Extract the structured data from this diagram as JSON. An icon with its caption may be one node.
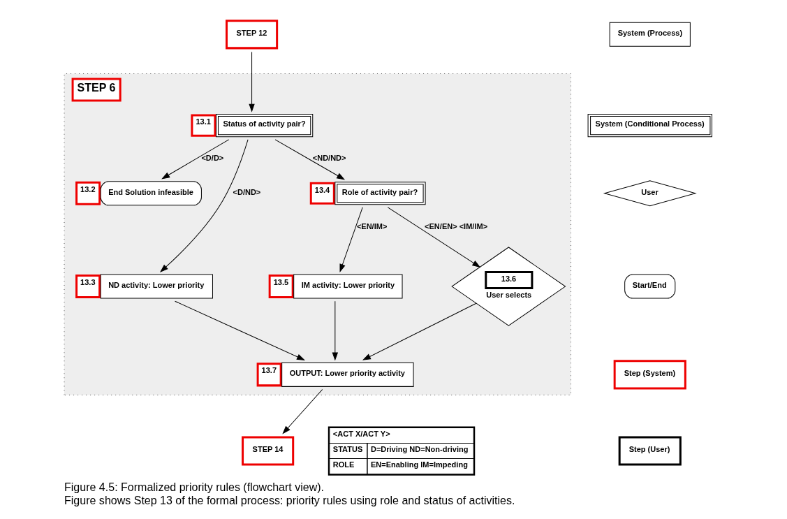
{
  "diagram": {
    "title": "Figure 4.5: Formalized priority rules (flowchart view).",
    "caption": "Figure shows Step 13 of the formal process: priority rules using role and status of activities.",
    "nodes": [
      {
        "text": [
          "STEP 12"
        ]
      },
      {
        "text": [
          "STEP 6"
        ]
      },
      {
        "text": [
          "13.1",
          "Status of activity pair?"
        ],
        "in": 1
      },
      {
        "text": [
          "13.2",
          "End Solution infeasible"
        ],
        "in": 1
      },
      {
        "text": [
          "13.4",
          "Role of activity pair?"
        ],
        "in": 1
      },
      {
        "text": [
          "13.3",
          "ND activity: Lower priority"
        ],
        "in": 1
      },
      {
        "text": [
          "13.5",
          "IM activity: Lower priority"
        ],
        "in": 1
      },
      {
        "text": [
          "13.6",
          "User selects"
        ],
        "in": 1
      },
      {
        "text": [
          "13.7",
          "OUTPUT: Lower priority activity"
        ],
        "in": 1
      },
      {
        "text": [
          "STEP 14"
        ]
      }
    ],
    "edges": [
      {
        "from": 0,
        "to": 2,
        "arrow": "to"
      },
      {
        "from": 2,
        "to": 3,
        "arrow": "to",
        "label": "<D/D>"
      },
      {
        "from": 2,
        "to": 5,
        "arrow": "to",
        "label": "<D/ND>"
      },
      {
        "from": 2,
        "to": 4,
        "arrow": "to",
        "label": "<ND/ND>"
      },
      {
        "from": 4,
        "to": 6,
        "arrow": "to",
        "label": "<EN/IM>"
      },
      {
        "from": 4,
        "to": 7,
        "arrow": "to",
        "label": "<EN/EN> <IM/IM>"
      },
      {
        "from": 5,
        "to": 8,
        "arrow": "to"
      },
      {
        "from": 6,
        "to": 8,
        "arrow": "to"
      },
      {
        "from": 7,
        "to": 8,
        "arrow": "to"
      },
      {
        "from": 8,
        "to": 9,
        "arrow": "to"
      }
    ],
    "labels": [
      "<ACT X/ACT Y>",
      "STATUS",
      "D=Driving ND=Non-driving",
      "ROLE",
      "EN=Enabling IM=Impeding"
    ],
    "legend": [
      {
        "text": "System (Process)"
      },
      {
        "text": "System (Conditional Process)"
      },
      {
        "text": "User"
      },
      {
        "text": "Start/End"
      },
      {
        "text": "Step (System)"
      },
      {
        "text": "Step (User)"
      }
    ]
  }
}
